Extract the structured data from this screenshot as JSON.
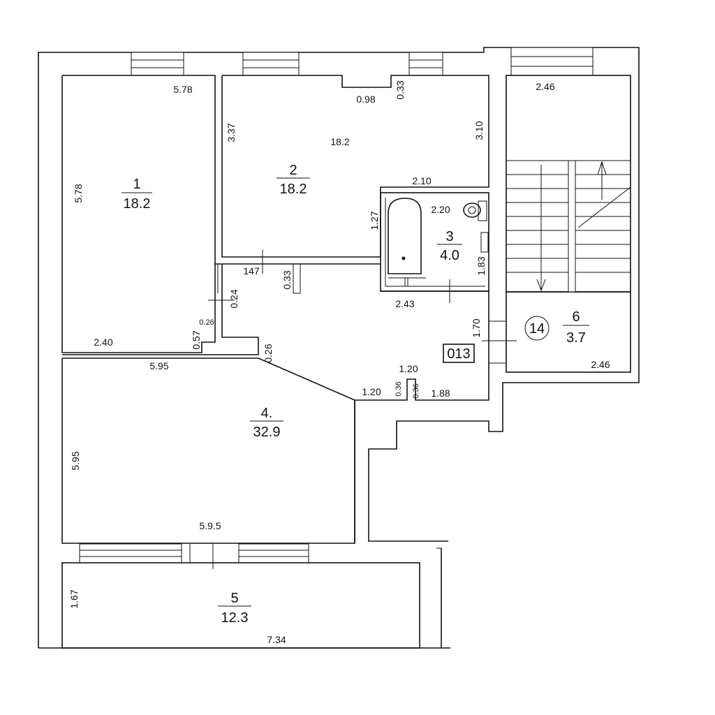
{
  "rooms": [
    {
      "number": "1",
      "area": "18.2"
    },
    {
      "number": "2",
      "area": "18.2"
    },
    {
      "number": "3",
      "area": "4.0"
    },
    {
      "number": "4.",
      "area": "32.9"
    },
    {
      "number": "5",
      "area": "12.3"
    },
    {
      "number": "6",
      "area": "3.7"
    }
  ],
  "room2_inner_area": "18.2",
  "stair_marker": "14",
  "door_code": "013",
  "dimensions": {
    "r1_top": "5.78",
    "r1_left": "5.78",
    "r1_bottom": "2.40",
    "r1_step_w": "0.26",
    "r1_step_h": "0.57",
    "r2_notch_w": "0.98",
    "r2_notch_h": "0.33",
    "r2_left": "3.37",
    "r2_right": "3.10",
    "r2_bottom": "2.10",
    "hall_147": "147",
    "hall_033": "0.33",
    "hall_024": "0.24",
    "hall_026": "0.26",
    "bath_top": "2.20",
    "bath_left": "1.27",
    "bath_right": "1.83",
    "bath_bottom": "2.43",
    "corr_170": "1.70",
    "corr_120_top": "1.20",
    "corr_120_left": "1.20",
    "corr_036_a": "0.36",
    "corr_036_b": "0.36",
    "corr_188": "1.88",
    "r4_top": "5.95",
    "r4_left": "5.95",
    "r4_bottom": "5.9.5",
    "r5_left": "1.67",
    "r5_bottom": "7.34",
    "stair_top": "2.46",
    "stair_bottom": "2.46"
  }
}
